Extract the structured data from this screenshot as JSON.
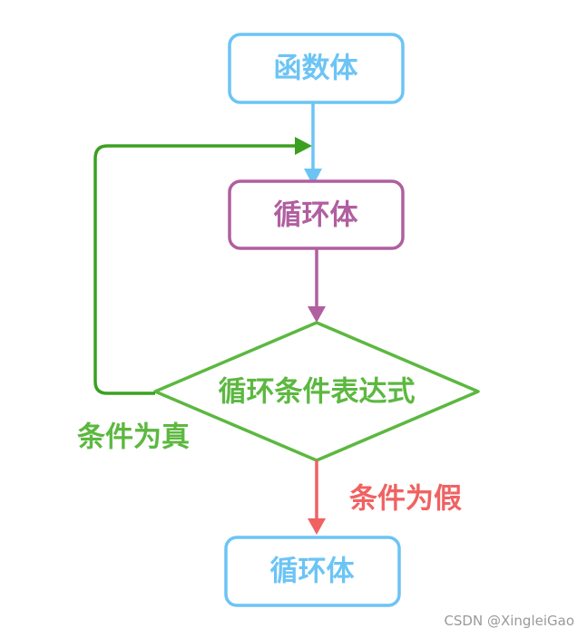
{
  "nodes": {
    "function_body": {
      "label": "函数体",
      "color": "#6cc4f5"
    },
    "loop_body_top": {
      "label": "循环体",
      "color": "#b05fa0"
    },
    "condition": {
      "label": "循环条件表达式",
      "color": "#5cb840"
    },
    "loop_body_bottom": {
      "label": "循环体",
      "color": "#6cc4f5"
    }
  },
  "edges": {
    "true_label": {
      "label": "条件为真",
      "color": "#3aa020"
    },
    "false_label": {
      "label": "条件为假",
      "color": "#f06262"
    }
  },
  "watermark": "CSDN @XingleiGao"
}
